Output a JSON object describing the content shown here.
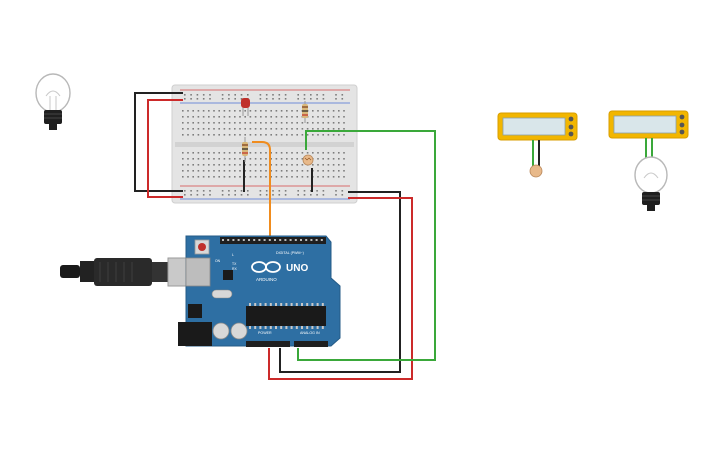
{
  "arduino": {
    "brand": "ARDUINO",
    "model": "UNO",
    "digital_header_label": "DIGITAL (PWM~)",
    "power_label": "POWER",
    "analog_label": "ANALOG IN",
    "on_label": "ON",
    "tx_label": "TX",
    "rx_label": "RX",
    "l_label": "L"
  },
  "colors": {
    "board": "#2e6fa3",
    "board_dark": "#245b87",
    "breadboard": "#e6e6e6",
    "wire_red": "#cc2a2a",
    "wire_black": "#222222",
    "wire_green": "#3aa83a",
    "wire_orange": "#f08c1e",
    "sensor_body": "#f2b600",
    "sensor_screen": "#d9e6ea",
    "led_red": "#c0302b"
  },
  "components": [
    {
      "name": "light-bulb",
      "state": "off"
    },
    {
      "name": "breadboard",
      "size": "half"
    },
    {
      "name": "red-led"
    },
    {
      "name": "resistor",
      "count": 2
    },
    {
      "name": "photoresistor",
      "count": 2
    },
    {
      "name": "light-sensor-module",
      "count": 2
    },
    {
      "name": "arduino-uno"
    },
    {
      "name": "usb-cable"
    }
  ]
}
